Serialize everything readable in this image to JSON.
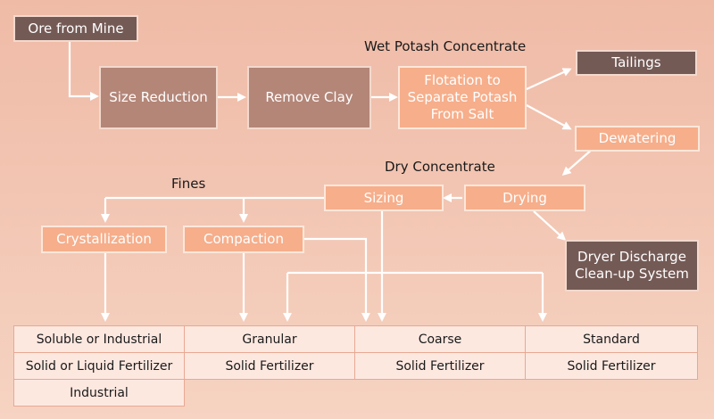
{
  "boxes": {
    "ore_from_mine": "Ore from Mine",
    "size_reduction": "Size Reduction",
    "remove_clay": "Remove Clay",
    "flotation": "Flotation to Separate Potash From Salt",
    "tailings": "Tailings",
    "dewatering": "Dewatering",
    "drying": "Drying",
    "sizing": "Sizing",
    "crystallization": "Crystallization",
    "compaction": "Compaction",
    "dryer_discharge": "Dryer Discharge Clean-up System"
  },
  "labels": {
    "wet_potash": "Wet Potash Concentrate",
    "dry_concentrate": "Dry Concentrate",
    "fines": "Fines"
  },
  "products": {
    "col1": [
      "Soluble or Industrial",
      "Solid or Liquid Fertilizer",
      "Industrial"
    ],
    "col2": [
      "Granular",
      "Solid Fertilizer"
    ],
    "col3": [
      "Coarse",
      "Solid Fertilizer"
    ],
    "col4": [
      "Standard",
      "Solid Fertilizer"
    ]
  },
  "colors": {
    "dark_box": "#745a55",
    "mid_box": "#b48678",
    "light_box": "#f6ae8b",
    "connector": "#ffffff",
    "product_cell": "#fde8e0"
  }
}
